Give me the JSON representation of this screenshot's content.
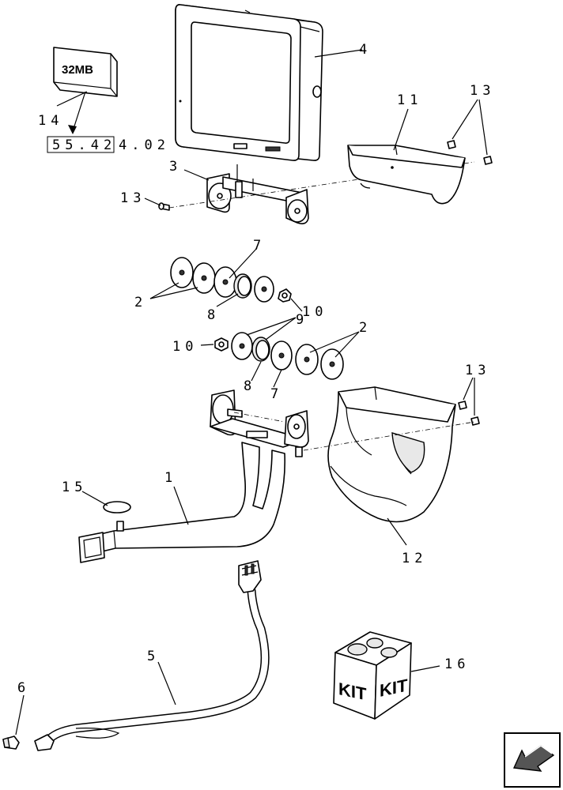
{
  "labels": {
    "p1": "1",
    "p2a": "2",
    "p2b": "2",
    "p3": "3",
    "p4": "4",
    "p5": "5",
    "p6": "6",
    "p7a": "7",
    "p7b": "7",
    "p8a": "8",
    "p8b": "8",
    "p9": "9",
    "p10a": "10",
    "p10b": "10",
    "p11": "11",
    "p12": "12",
    "p13a": "13",
    "p13b": "13",
    "p13c": "13",
    "p14": "14",
    "p15": "15",
    "p16": "16"
  },
  "memory_card": {
    "text": "32MB"
  },
  "reference": {
    "boxed": "55.42",
    "rest": "4.02"
  },
  "kit_box": {
    "left_text": "KIT",
    "right_text": "KIT"
  },
  "icons": {
    "nav": "next-page-arrow-icon"
  }
}
